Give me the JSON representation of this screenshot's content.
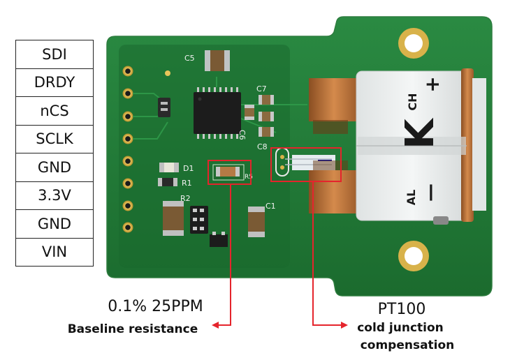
{
  "pins": [
    {
      "label": "SDI"
    },
    {
      "label": "DRDY"
    },
    {
      "label": "nCS"
    },
    {
      "label": "SCLK"
    },
    {
      "label": "GND"
    },
    {
      "label": "3.3V"
    },
    {
      "label": "GND"
    },
    {
      "label": "VIN"
    }
  ],
  "callouts": {
    "resistor": {
      "line1": "0.1% 25PPM",
      "line2": "Baseline resistance"
    },
    "pt100": {
      "line1": "PT100",
      "line2": "cold junction",
      "line3": "compensation"
    }
  },
  "board_silkscreen": {
    "c5": "C5",
    "c7": "C7",
    "c6": "C6",
    "c8": "C8",
    "d1": "D1",
    "r1": "R1",
    "r2": "R2",
    "r5": "R5",
    "c1": "C1"
  },
  "connector": {
    "ch_label": "CH",
    "plus": "+",
    "type_letter": "K",
    "al_label": "AL",
    "minus": "—"
  },
  "colors": {
    "pcb_green": "#1f7a35",
    "copper": "#c07a3e",
    "connector_white": "#e9ecec",
    "callout_red": "#e5242c"
  }
}
